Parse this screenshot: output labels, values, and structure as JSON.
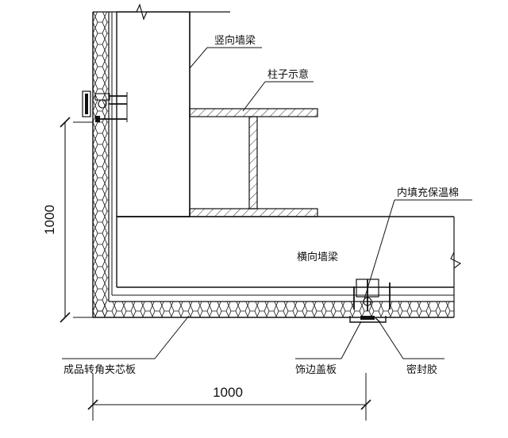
{
  "labels": {
    "vertical_wall_beam": "竖向墙梁",
    "column_schematic": "柱子示意",
    "insulation_fill": "内填充保温棉",
    "horizontal_wall_beam": "横向墙梁",
    "corner_sandwich_panel": "成品转角夹芯板",
    "trim_cover_plate": "饰边盖板",
    "sealant": "密封胶"
  },
  "dimensions": {
    "vertical": "1000",
    "horizontal": "1000"
  },
  "colors": {
    "line": "#111111",
    "background": "#ffffff"
  }
}
